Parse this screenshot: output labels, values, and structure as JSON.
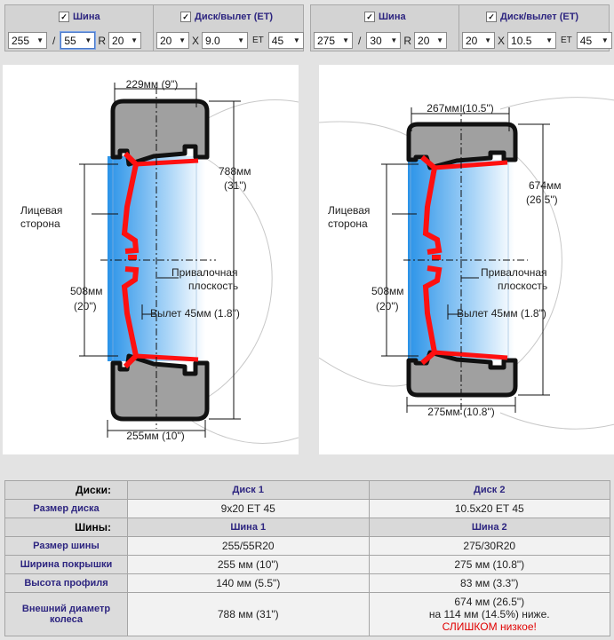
{
  "left": {
    "tire_label": "Шина",
    "wheel_label": "Диск/вылет (ET)",
    "tire_width": "255",
    "slash": "/",
    "tire_profile": "55",
    "r_label": "R",
    "tire_rim": "20",
    "rim_diameter": "20",
    "x_label": "X",
    "rim_width": "9.0",
    "et_label": "ET",
    "et_value": "45",
    "diagram": {
      "rim_width_label": "229мм (9\")",
      "tire_width_label": "255мм (10\")",
      "outer_mm": "788мм",
      "outer_in": "(31\")",
      "rim_d_mm": "508мм",
      "rim_d_in": "(20\")",
      "face_line1": "Лицевая",
      "face_line2": "сторона",
      "mount_line1": "Привалочная",
      "mount_line2": "плоскость",
      "offset_label": "Вылет 45мм (1.8\")"
    }
  },
  "right": {
    "tire_label": "Шина",
    "wheel_label": "Диск/вылет (ET)",
    "tire_width": "275",
    "slash": "/",
    "tire_profile": "30",
    "r_label": "R",
    "tire_rim": "20",
    "rim_diameter": "20",
    "x_label": "X",
    "rim_width": "10.5",
    "et_label": "ET",
    "et_value": "45",
    "diagram": {
      "rim_width_label": "267мм (10.5\")",
      "tire_width_label": "275мм (10.8\")",
      "outer_mm": "674мм",
      "outer_in": "(26.5\")",
      "rim_d_mm": "508мм",
      "rim_d_in": "(20\")",
      "face_line1": "Лицевая",
      "face_line2": "сторона",
      "mount_line1": "Привалочная",
      "mount_line2": "плоскость",
      "offset_label": "Вылет 45мм (1.8\")"
    }
  },
  "table": {
    "wheels_header": "Диски:",
    "wheel1": "Диск 1",
    "wheel2": "Диск 2",
    "wheel_size_label": "Размер диска",
    "wheel_size1": "9x20 ET 45",
    "wheel_size2": "10.5x20 ET 45",
    "tires_header": "Шины:",
    "tire1": "Шина 1",
    "tire2": "Шина 2",
    "tire_size_label": "Размер шины",
    "tire_size1": "255/55R20",
    "tire_size2": "275/30R20",
    "tread_width_label": "Ширина покрышки",
    "tread_width1": "255 мм (10\")",
    "tread_width2": "275 мм (10.8\")",
    "profile_height_label": "Высота профиля",
    "profile_height1": "140 мм (5.5\")",
    "profile_height2": "83 мм (3.3\")",
    "outer_d_label": "Внешний диаметр колеса",
    "outer_d1": "788 мм (31\")",
    "outer_d2_line1": "674 мм (26.5\")",
    "outer_d2_line2": "на 114 мм (14.5%) ниже.",
    "outer_d2_warning": "СЛИШКОМ низкое!"
  }
}
